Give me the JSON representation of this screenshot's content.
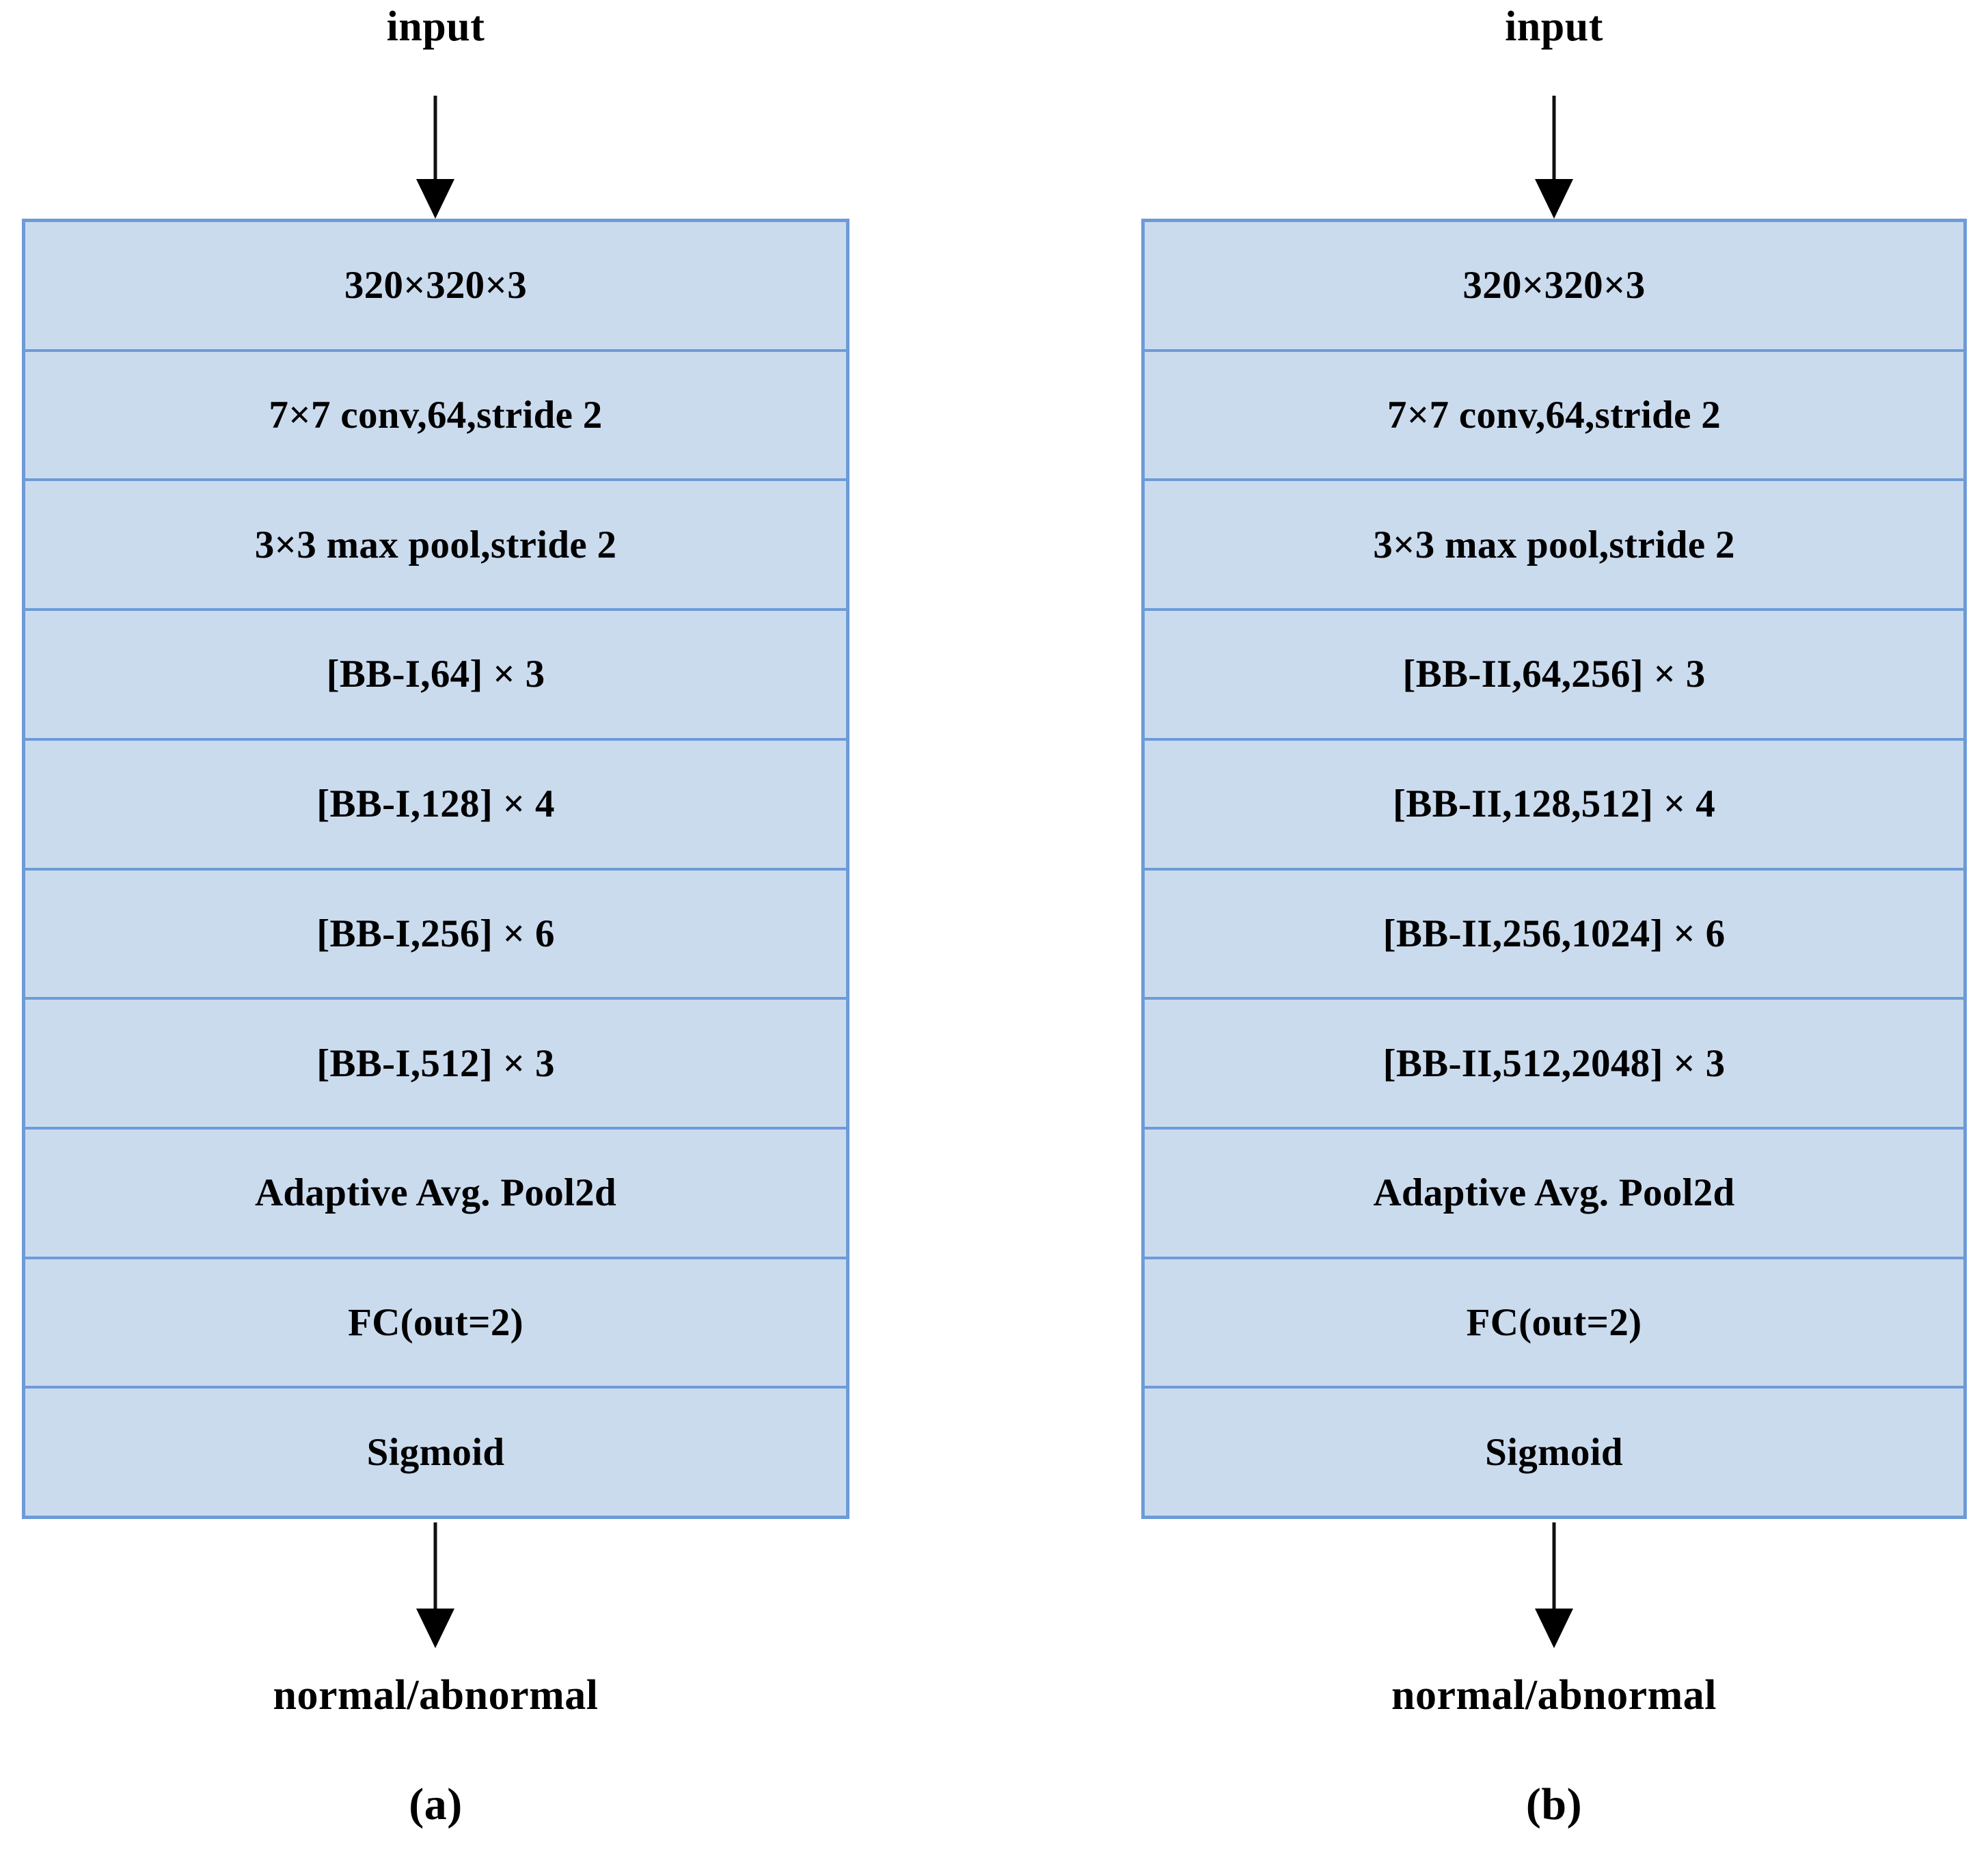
{
  "figure": {
    "background_color": "#ffffff",
    "box_fill_color": "#cbdbee",
    "box_border_color": "#6d9bd8",
    "text_color": "#000000"
  },
  "panels": [
    {
      "id": "a",
      "caption": "(a)",
      "input_label": "input",
      "output_label": "normal/abnormal",
      "layers": [
        {
          "label": "320×320×3"
        },
        {
          "label": "7×7 conv,64,stride 2"
        },
        {
          "label": "3×3 max pool,stride 2"
        },
        {
          "label": "[BB-I,64] × 3"
        },
        {
          "label": "[BB-I,128] × 4"
        },
        {
          "label": "[BB-I,256] × 6"
        },
        {
          "label": "[BB-I,512] × 3"
        },
        {
          "label": "Adaptive Avg. Pool2d"
        },
        {
          "label": "FC(out=2)"
        },
        {
          "label": "Sigmoid"
        }
      ]
    },
    {
      "id": "b",
      "caption": "(b)",
      "input_label": "input",
      "output_label": "normal/abnormal",
      "layers": [
        {
          "label": "320×320×3"
        },
        {
          "label": "7×7 conv,64,stride 2"
        },
        {
          "label": "3×3 max pool,stride 2"
        },
        {
          "label": "[BB-II,64,256] × 3"
        },
        {
          "label": "[BB-II,128,512] × 4"
        },
        {
          "label": "[BB-II,256,1024] × 6"
        },
        {
          "label": "[BB-II,512,2048] × 3"
        },
        {
          "label": "Adaptive Avg. Pool2d"
        },
        {
          "label": "FC(out=2)"
        },
        {
          "label": "Sigmoid"
        }
      ]
    }
  ]
}
